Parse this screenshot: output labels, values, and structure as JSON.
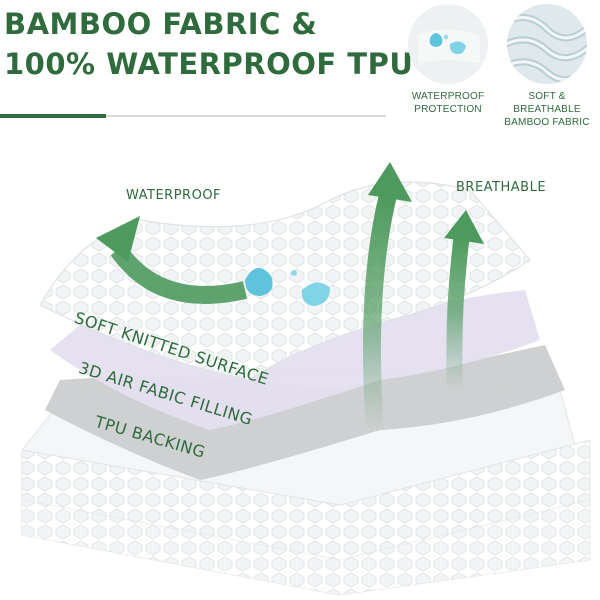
{
  "headline": {
    "line1": "BAMBOO FABRIC &",
    "line2": "100% WATERPROOF TPU"
  },
  "features": [
    {
      "icon": "water-drops-icon",
      "line1": "WATERPROOF",
      "line2": "PROTECTION"
    },
    {
      "icon": "bamboo-fiber-icon",
      "line1": "SOFT & BREATHABLE",
      "line2": "BAMBOO FABRIC"
    }
  ],
  "diagram": {
    "waterproof": "WATERPROOF",
    "breathable": "BREATHABLE",
    "layers": [
      "SOFT KNITTED SURFACE",
      "3D AIR FABIC FILLING",
      "TPU BACKING"
    ]
  },
  "colors": {
    "brand_green": "#2f6b3c",
    "arrow_green": "#4e9a5e",
    "drop_blue": "#5ec4dc"
  }
}
